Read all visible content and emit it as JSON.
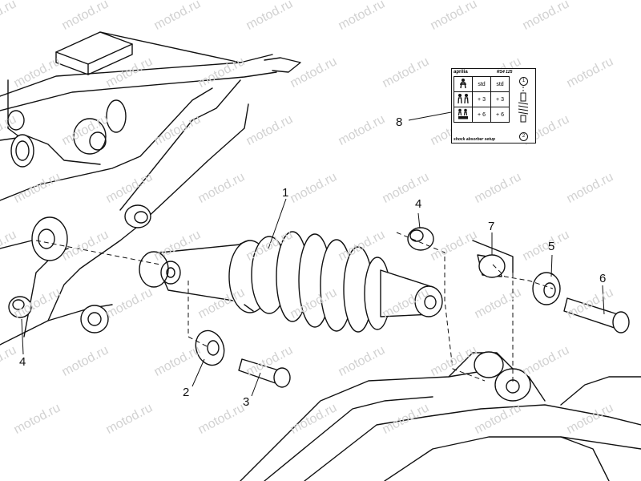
{
  "watermark": "motod.ru",
  "callouts": [
    {
      "id": "1",
      "label": "1"
    },
    {
      "id": "2",
      "label": "2"
    },
    {
      "id": "3",
      "label": "3"
    },
    {
      "id": "4a",
      "label": "4"
    },
    {
      "id": "4b",
      "label": "4"
    },
    {
      "id": "5",
      "label": "5"
    },
    {
      "id": "6",
      "label": "6"
    },
    {
      "id": "7",
      "label": "7"
    },
    {
      "id": "8",
      "label": "8"
    }
  ],
  "sticker": {
    "brand": "aprilia",
    "model": "RS4 125",
    "rows": [
      [
        "",
        "std",
        "std"
      ],
      [
        "",
        "+ 3",
        "+ 3"
      ],
      [
        "",
        "+ 6",
        "+ 6"
      ]
    ],
    "footer": "shock absorber setup",
    "circle_top": "1",
    "circle_bottom": "2"
  }
}
